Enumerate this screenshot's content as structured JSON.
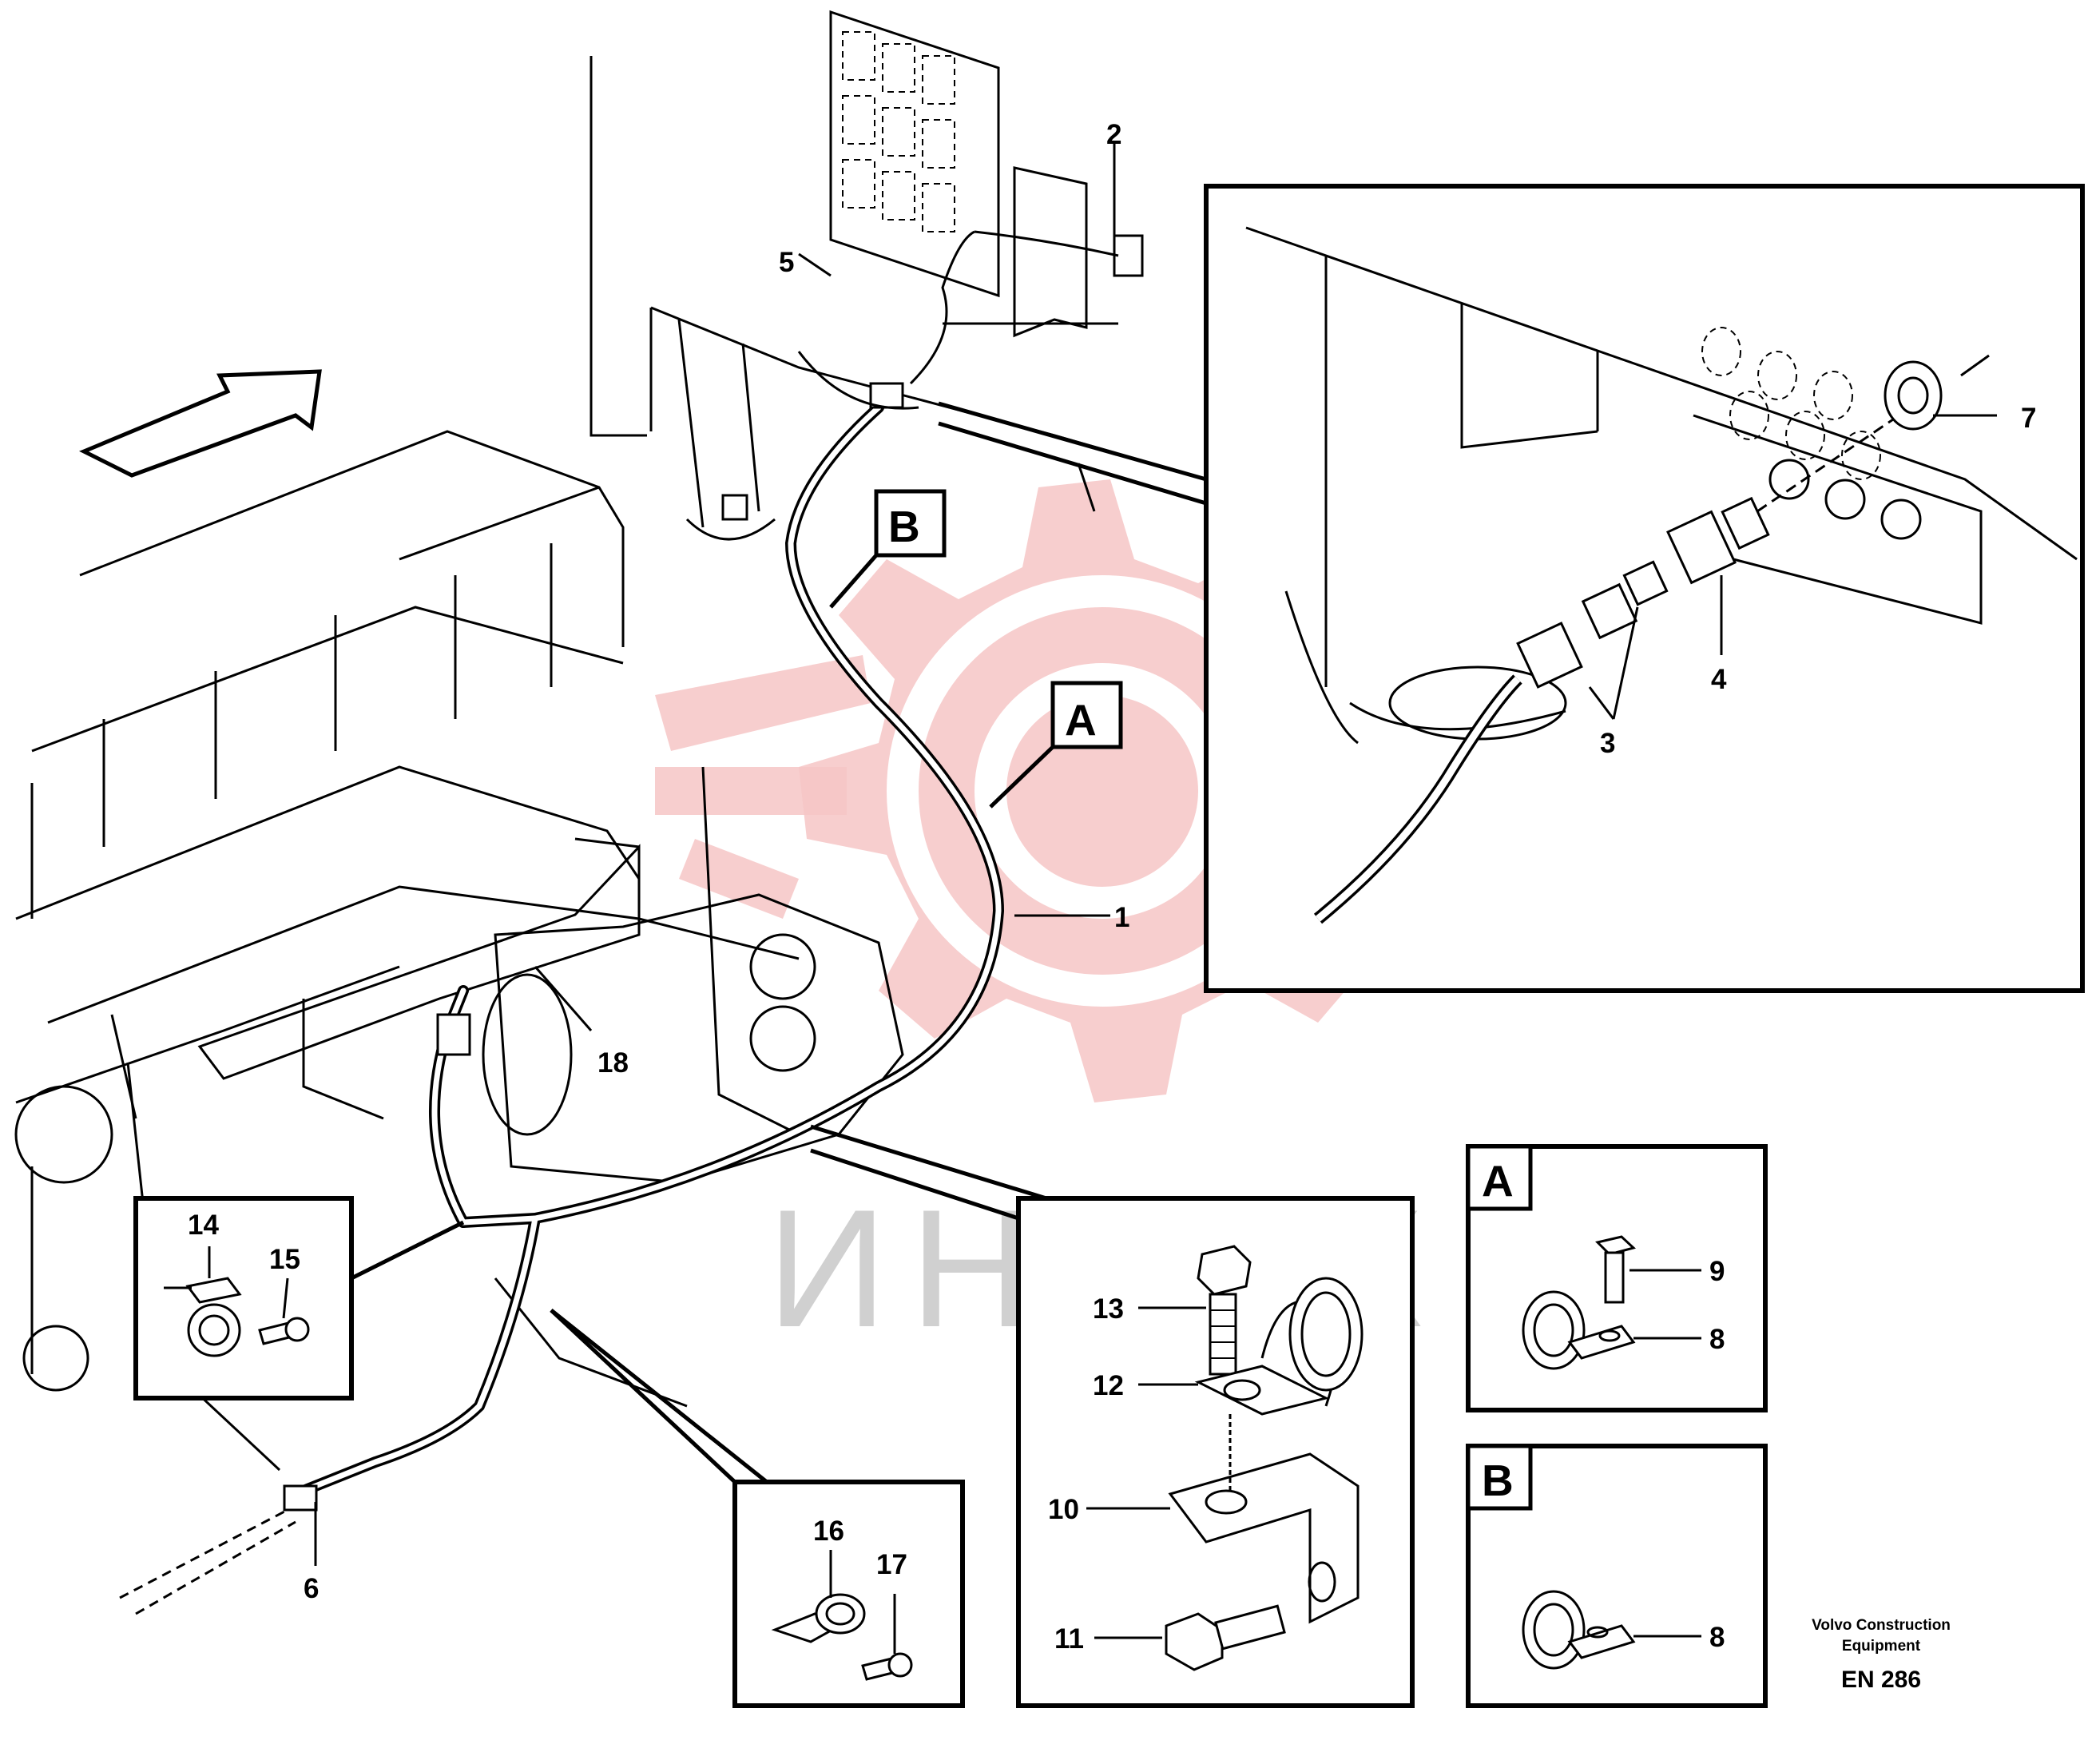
{
  "callouts": {
    "c1": "1",
    "c2": "2",
    "c3": "3",
    "c4": "4",
    "c5": "5",
    "c6": "6",
    "c7": "7",
    "c8a": "8",
    "c8b": "8",
    "c9": "9",
    "c10": "10",
    "c11": "11",
    "c12": "12",
    "c13": "13",
    "c14": "14",
    "c15": "15",
    "c16": "16",
    "c17": "17",
    "c18": "18"
  },
  "detail_labels": {
    "a": "A",
    "b": "B"
  },
  "detail_boxes": {
    "a": "A",
    "b": "B"
  },
  "watermark": "ИНТЕХ",
  "footer": {
    "line1": "Volvo Construction",
    "line2": "Equipment",
    "code": "EN 286"
  },
  "colors": {
    "watermark_logo": "#f4c0c0",
    "watermark_text": "#d0d0d0",
    "ink": "#000000"
  }
}
